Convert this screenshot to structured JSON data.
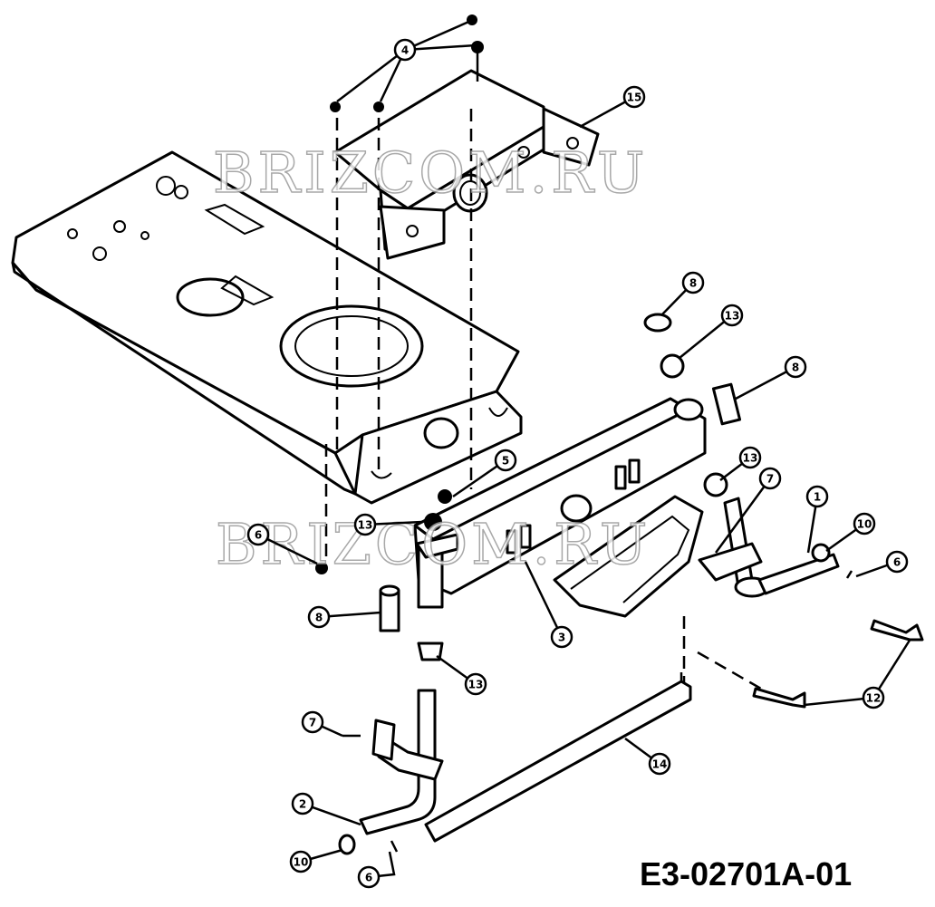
{
  "watermark": "BRIZCOM.RU",
  "drawing_code": "E3-02701A-01",
  "callouts": [
    {
      "label": "4"
    },
    {
      "label": "15"
    },
    {
      "label": "8"
    },
    {
      "label": "13"
    },
    {
      "label": "8"
    },
    {
      "label": "5"
    },
    {
      "label": "13"
    },
    {
      "label": "7"
    },
    {
      "label": "1"
    },
    {
      "label": "10"
    },
    {
      "label": "6"
    },
    {
      "label": "13"
    },
    {
      "label": "6"
    },
    {
      "label": "8"
    },
    {
      "label": "3"
    },
    {
      "label": "13"
    },
    {
      "label": "12"
    },
    {
      "label": "7"
    },
    {
      "label": "14"
    },
    {
      "label": "2"
    },
    {
      "label": "10"
    },
    {
      "label": "6"
    }
  ]
}
